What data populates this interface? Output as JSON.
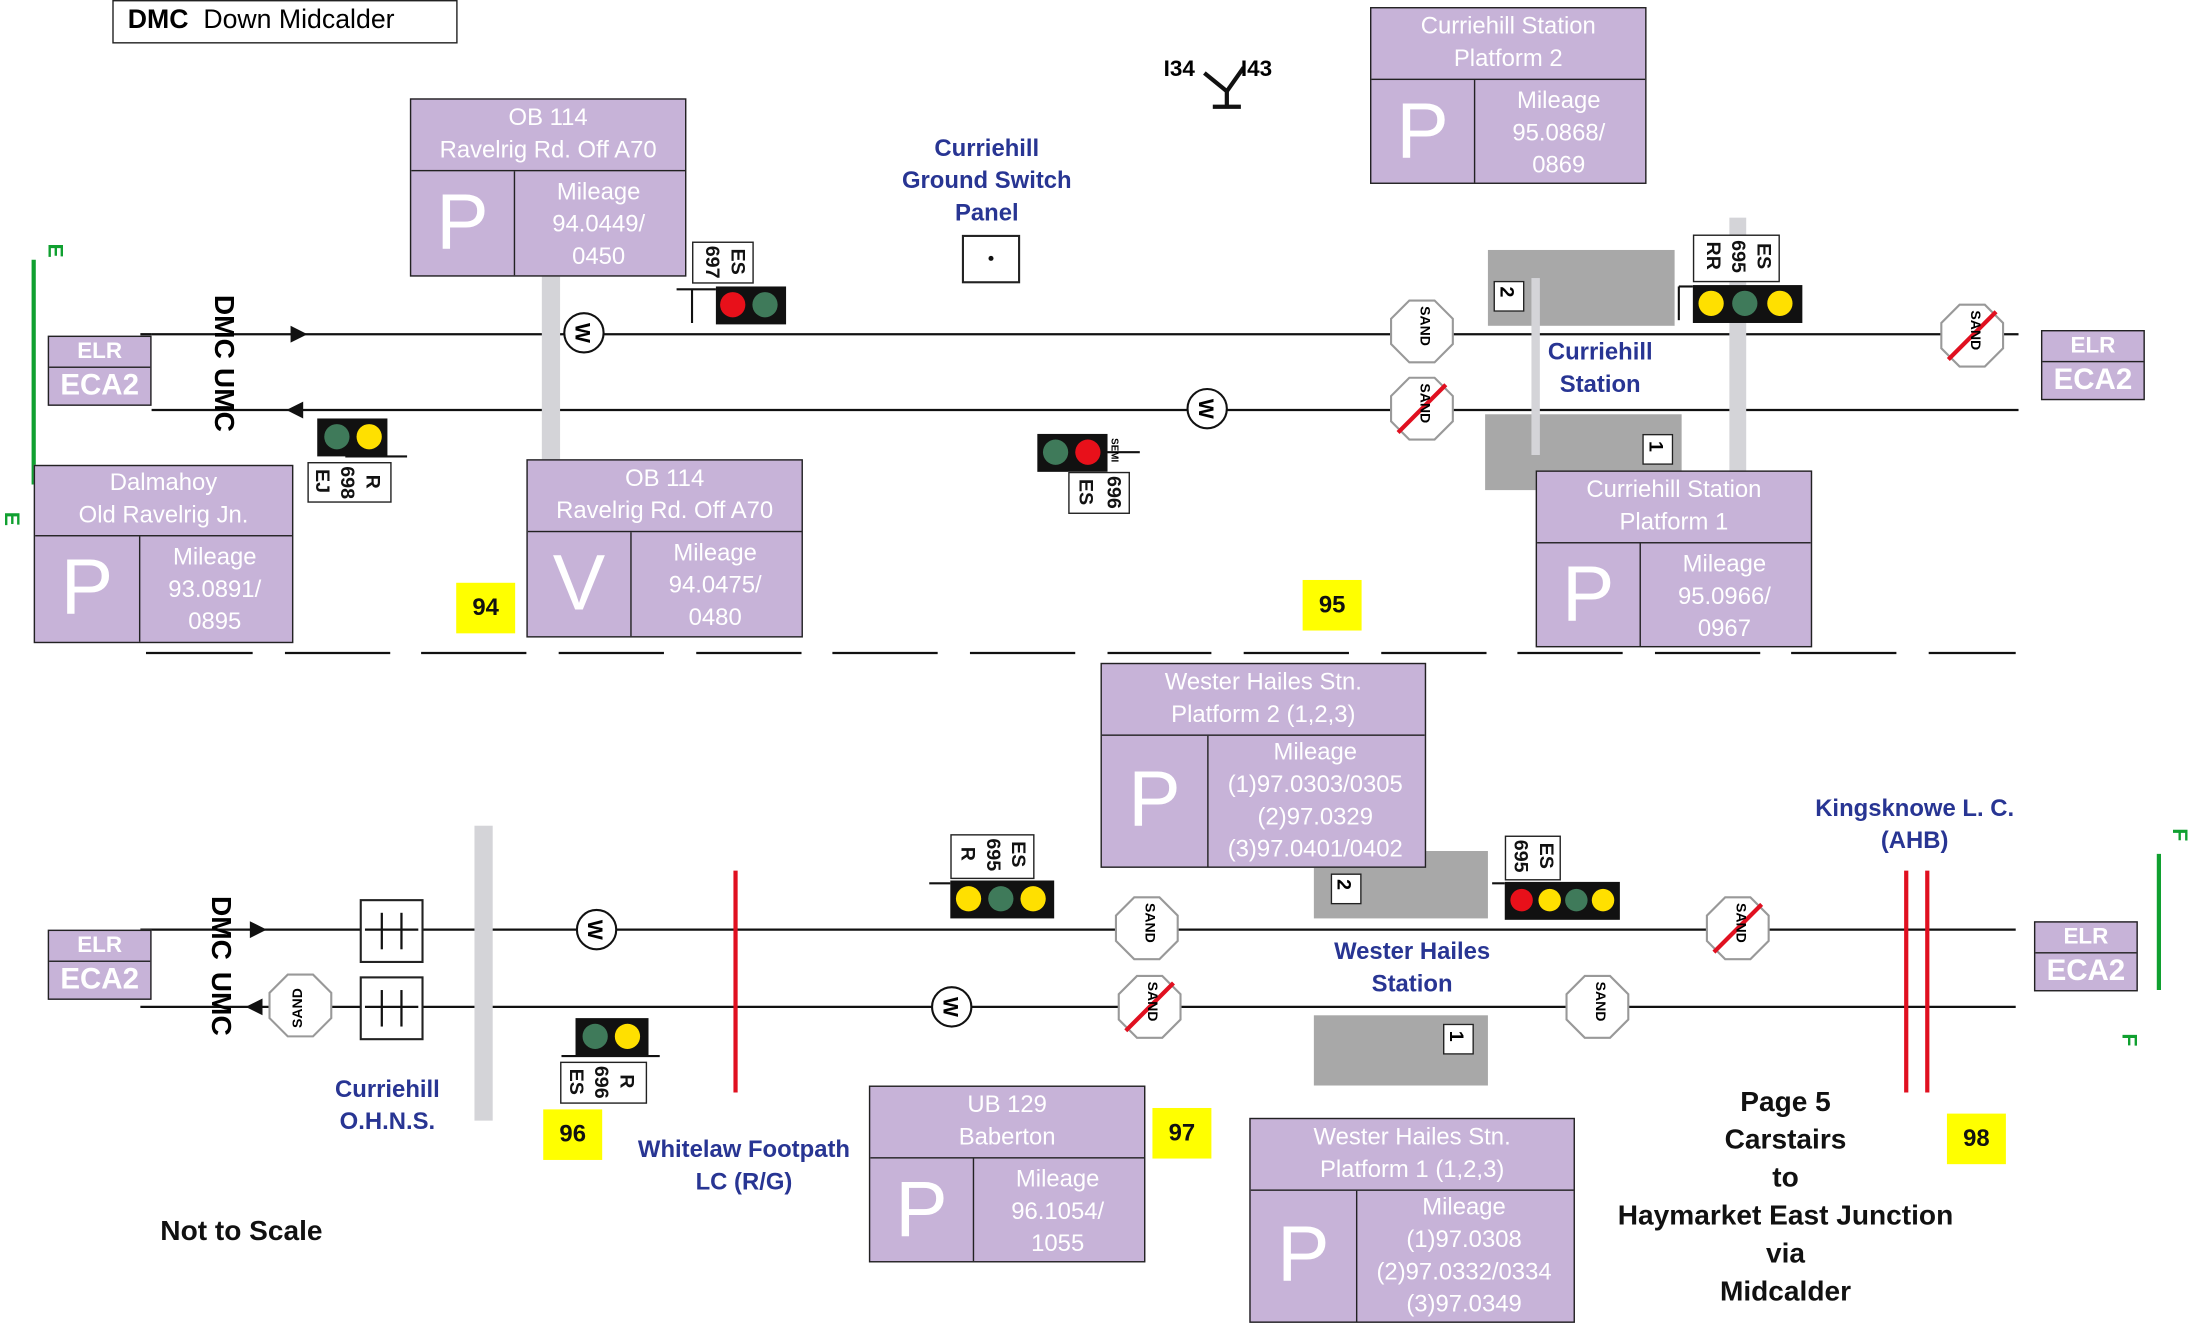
{
  "header": {
    "code": "DMC",
    "name": "Down Midcalder"
  },
  "colors": {
    "box_fill": "#c7b3d8",
    "navy_text": "#283593",
    "marker_yellow": "#ffff00",
    "boundary_green": "#10a030",
    "red_line": "#e01020",
    "gray_bar": "#d4d4d8",
    "platform_gray": "#a8a8a8"
  },
  "line_labels": {
    "down": "DMC",
    "up": "UMC"
  },
  "elr": {
    "title": "ELR",
    "code": "ECA2"
  },
  "boundaries": {
    "e": "E",
    "f": "F"
  },
  "top": {
    "ob114_p": {
      "title1": "OB 114",
      "title2": "Ravelrig Rd. Off A70",
      "letter": "P",
      "mileage_label": "Mileage",
      "m1": "94.0449/",
      "m2": "0450"
    },
    "ob114_v": {
      "title1": "OB 114",
      "title2": "Ravelrig Rd. Off A70",
      "letter": "V",
      "mileage_label": "Mileage",
      "m1": "94.0475/",
      "m2": "0480"
    },
    "dalmahoy": {
      "title1": "Dalmahoy",
      "title2": "Old Ravelrig Jn.",
      "letter": "P",
      "mileage_label": "Mileage",
      "m1": "93.0891/",
      "m2": "0895"
    },
    "cs_p2": {
      "title1": "Curriehill Station",
      "title2": "Platform 2",
      "letter": "P",
      "mileage_label": "Mileage",
      "m1": "95.0868/",
      "m2": "0869"
    },
    "cs_p1": {
      "title1": "Curriehill Station",
      "title2": "Platform 1",
      "letter": "P",
      "mileage_label": "Mileage",
      "m1": "95.0966/",
      "m2": "0967"
    },
    "gsp": {
      "l1": "Curriehill",
      "l2": "Ground Switch",
      "l3": "Panel"
    },
    "station": {
      "l1": "Curriehill",
      "l2": "Station"
    },
    "i34": "I34",
    "i43": "I43",
    "sig_es697": {
      "a": "ES",
      "b": "697"
    },
    "sig_ej698": {
      "a": "EJ",
      "b": "698",
      "c": "R"
    },
    "sig_es696": {
      "a": "ES",
      "b": "696",
      "semi": "SEMI"
    },
    "sig_es695": {
      "a": "ES",
      "b": "695",
      "c": "RR"
    },
    "plat2": "2",
    "plat1": "1",
    "mp94": "94",
    "mp95": "95"
  },
  "bottom": {
    "wh_p2": {
      "title1": "Wester Hailes Stn.",
      "title2": "Platform 2 (1,2,3)",
      "letter": "P",
      "mileage_label": "Mileage",
      "m1": "(1)97.0303/0305",
      "m2": "(2)97.0329",
      "m3": "(3)97.0401/0402"
    },
    "wh_p1": {
      "title1": "Wester Hailes Stn.",
      "title2": "Platform 1 (1,2,3)",
      "letter": "P",
      "mileage_label": "Mileage",
      "m1": "(1)97.0308",
      "m2": "(2)97.0332/0334",
      "m3": "(3)97.0349"
    },
    "ub129": {
      "title1": "UB 129",
      "title2": "Baberton",
      "letter": "P",
      "mileage_label": "Mileage",
      "m1": "96.1054/",
      "m2": "1055"
    },
    "station": {
      "l1": "Wester Hailes",
      "l2": "Station"
    },
    "ohns": {
      "l1": "Curriehill",
      "l2": "O.H.N.S."
    },
    "whitelaw": {
      "l1": "Whitelaw Footpath",
      "l2": "LC (R/G)"
    },
    "kingsknowe": {
      "l1": "Kingsknowe L. C.",
      "l2": "(AHB)"
    },
    "sig_es695r": {
      "a": "ES",
      "b": "695",
      "c": "R"
    },
    "sig_es695": {
      "a": "ES",
      "b": "695"
    },
    "sig_es696r": {
      "a": "ES",
      "b": "696",
      "c": "R"
    },
    "plat2": "2",
    "plat1": "1",
    "mp96": "96",
    "mp97": "97",
    "mp98": "98",
    "not_to_scale": "Not to Scale",
    "page": {
      "l1": "Page 5",
      "l2": "Carstairs",
      "l3": "to",
      "l4": "Haymarket East Junction",
      "l5": "via",
      "l6": "Midcalder"
    }
  },
  "markers": {
    "whistle": "W",
    "sand": "SAND"
  }
}
